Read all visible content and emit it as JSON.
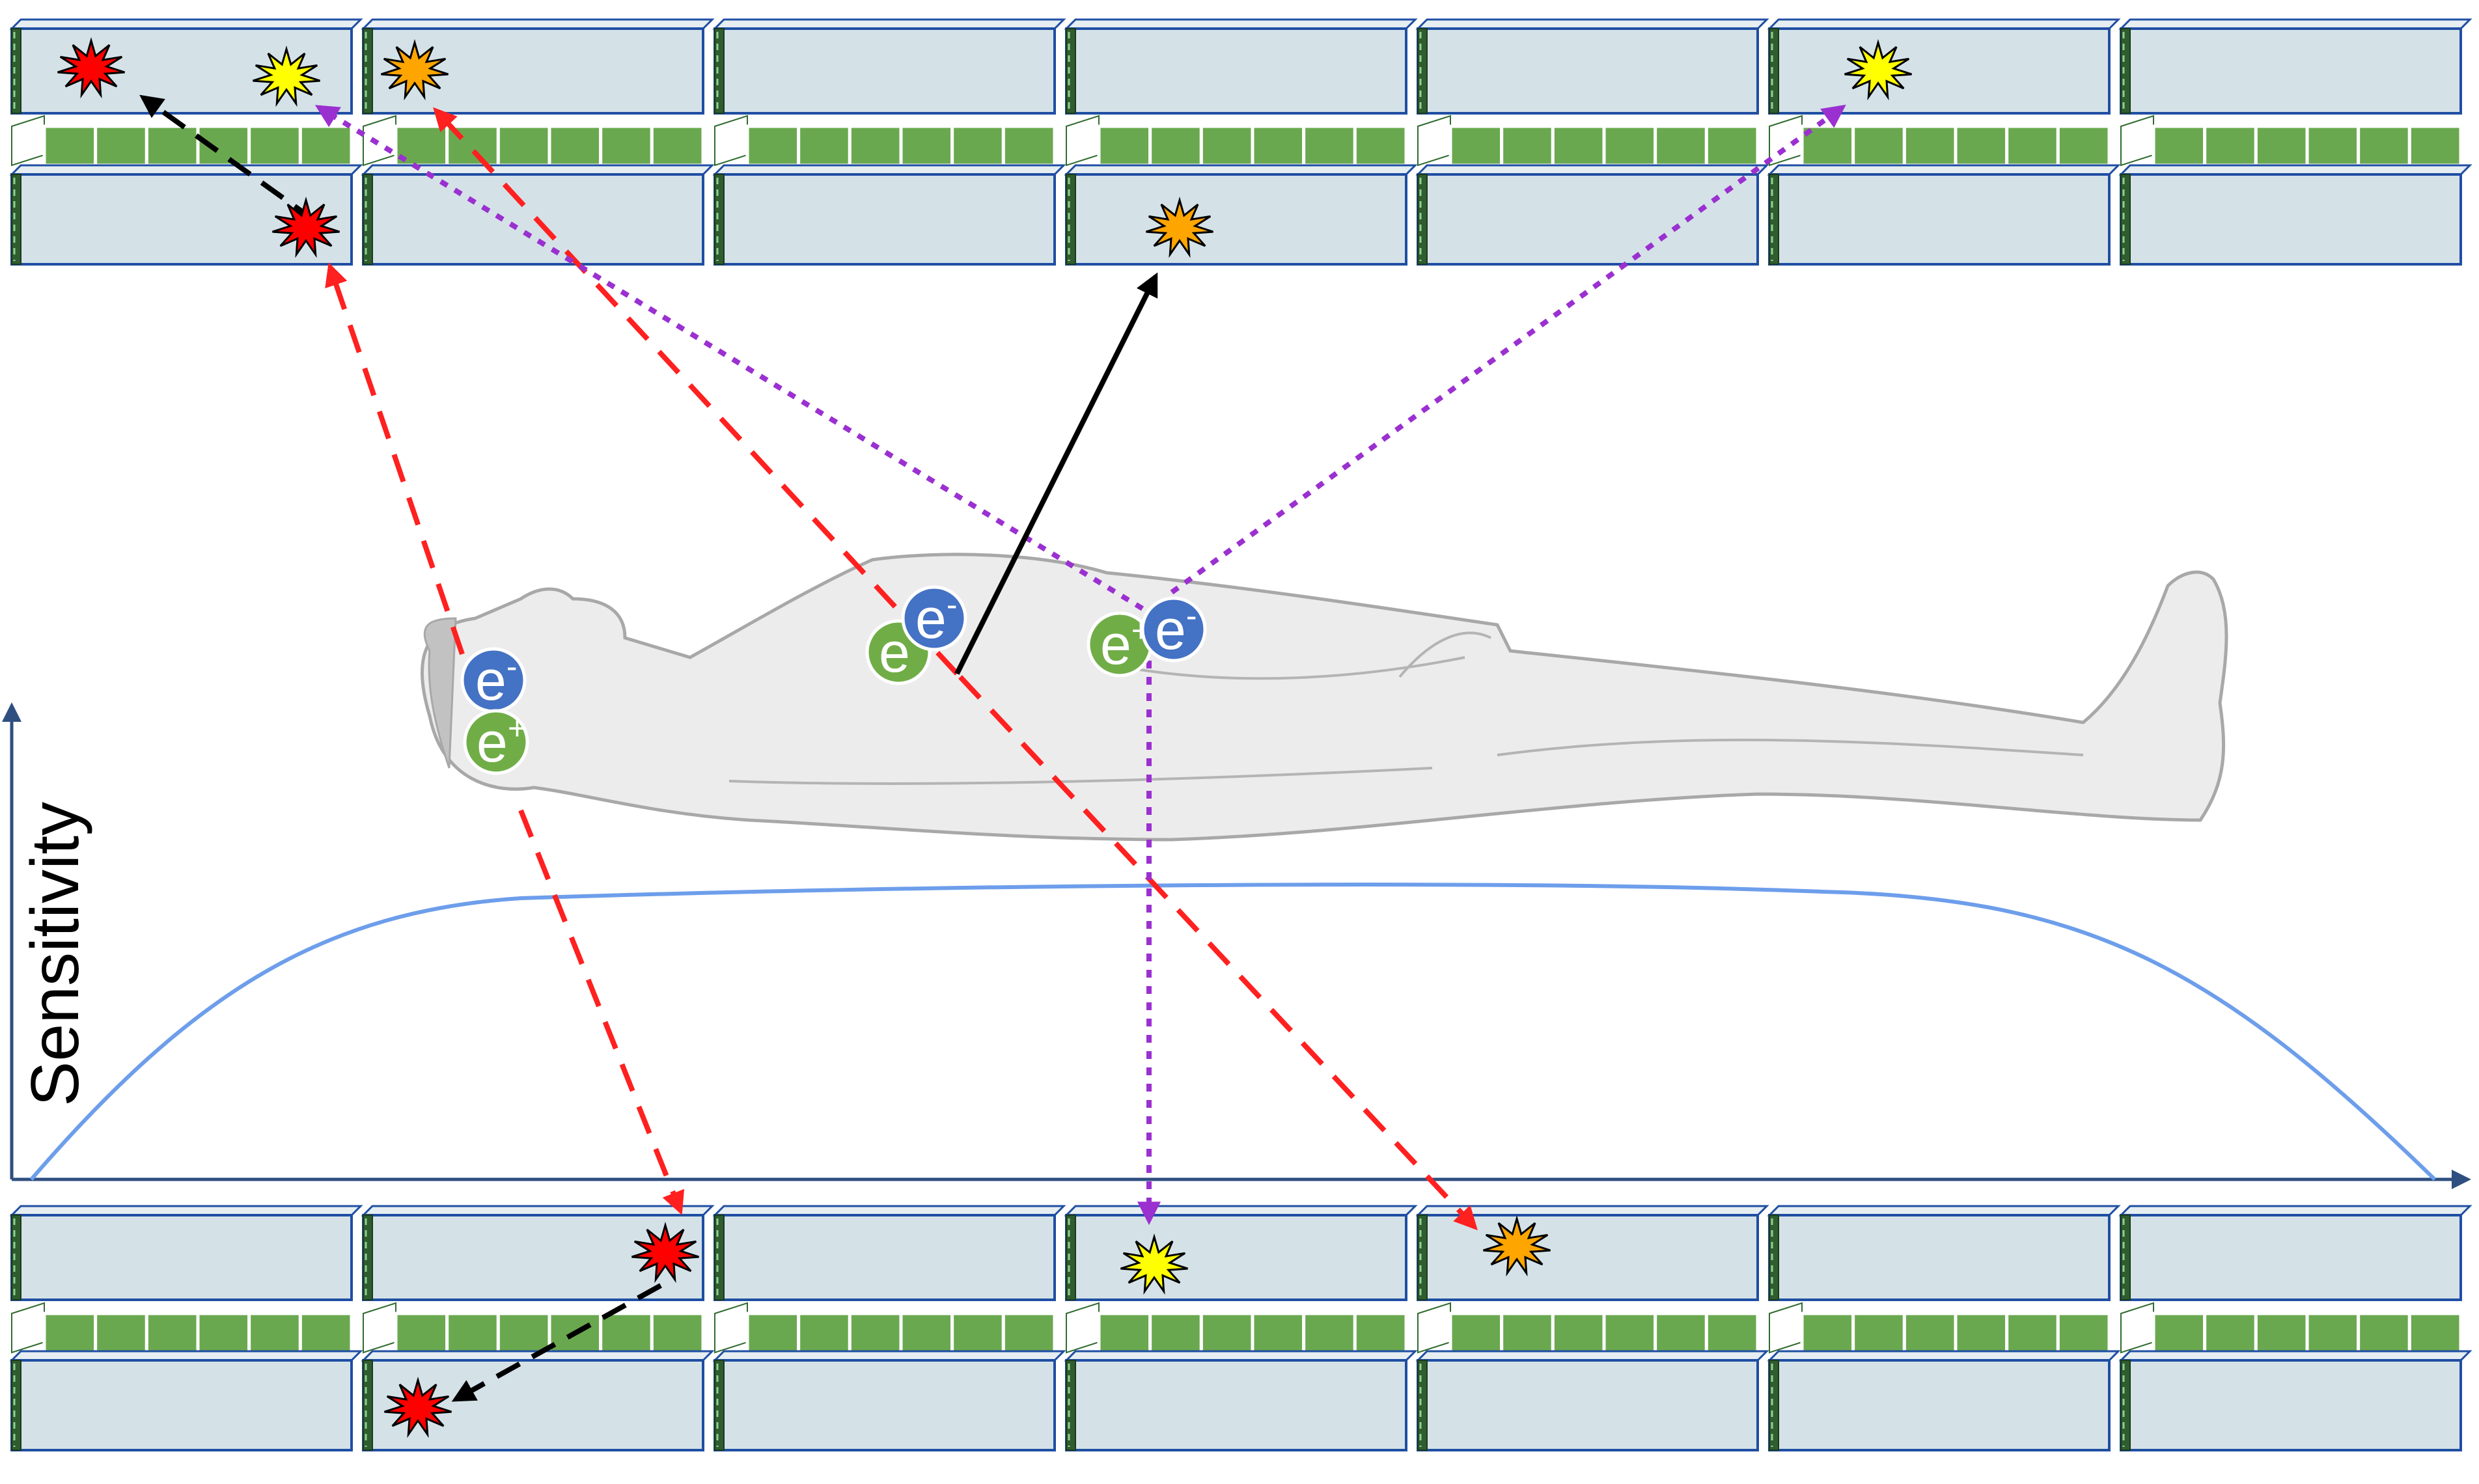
{
  "axis": {
    "y_label": "Sensitivity"
  },
  "particles": {
    "electron": "e",
    "electron_charge": "-",
    "positron": "e",
    "positron_charge": "+"
  },
  "colors": {
    "crystal_face": "#d4e2e8",
    "crystal_edge": "#1f4ea3",
    "sensor_green": "#6aa84f",
    "sensitivity_curve": "#6d9eeb",
    "axis": "#2f4f80",
    "photon_true": "#ff2020",
    "photon_scatter": "#9b30d0",
    "positron_range": "#000000",
    "electron_ball": "#4472c4",
    "positron_ball": "#70ad47",
    "hit_red": "#ff0000",
    "hit_orange": "#ffa500",
    "hit_yellow": "#ffff00"
  },
  "icons": {
    "patient": "lying-human-body-icon",
    "hit": "scintillation-burst-icon",
    "electron": "electron-ball-icon",
    "positron": "positron-ball-icon"
  },
  "detector": {
    "modules_per_row": 7,
    "sensor_cells_per_module": 6
  }
}
